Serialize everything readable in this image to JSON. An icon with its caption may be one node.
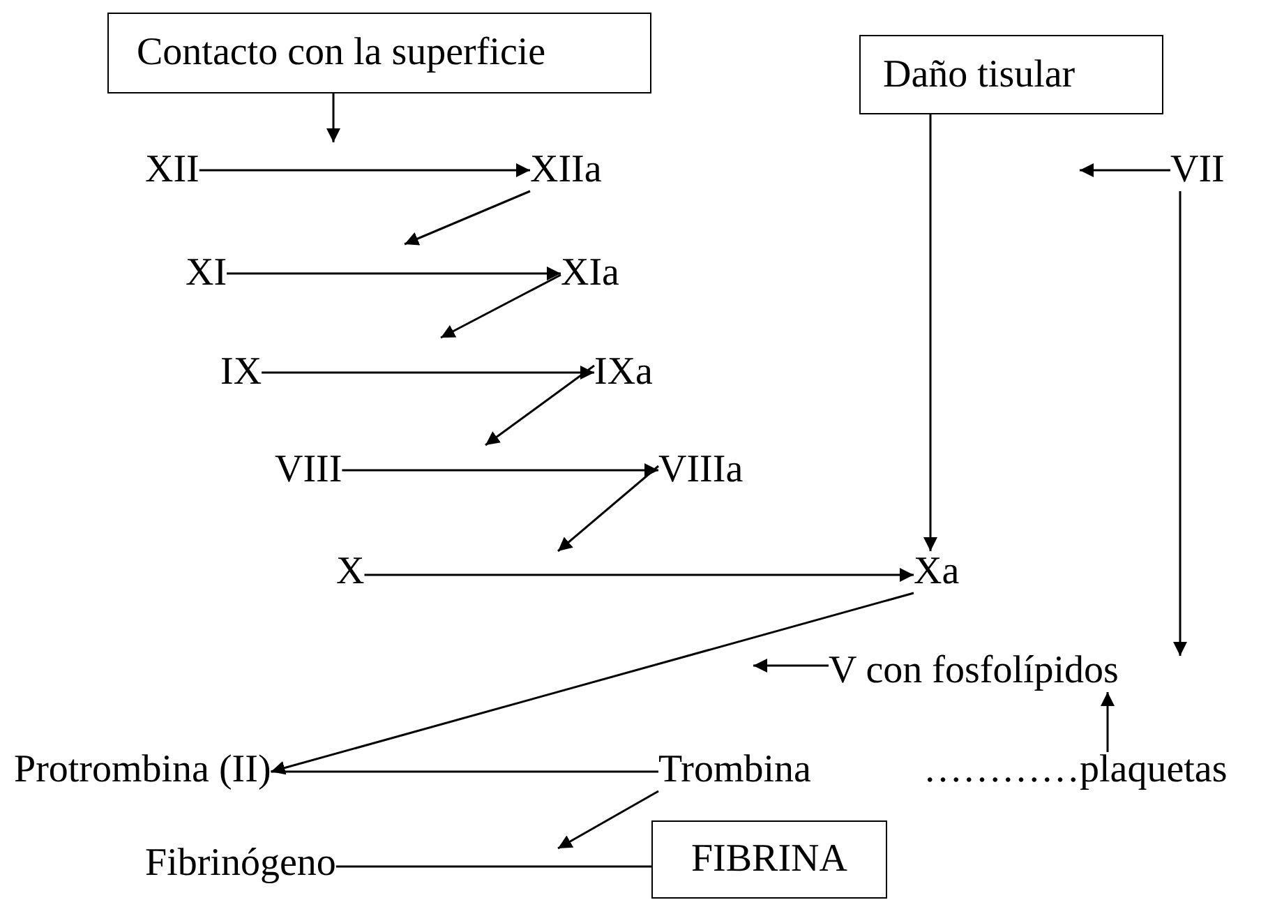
{
  "diagram": {
    "nodes": [
      {
        "text": [
          "Contacto con la superficie"
        ]
      },
      {
        "text": [
          "Daño tisular"
        ]
      },
      {
        "text": [
          "XII"
        ]
      },
      {
        "text": [
          "XIIa"
        ]
      },
      {
        "text": [
          "VII"
        ]
      },
      {
        "text": [
          "XI"
        ]
      },
      {
        "text": [
          "XIa"
        ]
      },
      {
        "text": [
          "IX"
        ]
      },
      {
        "text": [
          "IXa"
        ]
      },
      {
        "text": [
          "VIII"
        ]
      },
      {
        "text": [
          "VIIIa"
        ]
      },
      {
        "text": [
          "X"
        ]
      },
      {
        "text": [
          "Xa"
        ]
      },
      {
        "text": [
          "V con fosfolípidos"
        ]
      },
      {
        "text": [
          "Protrombina (II)"
        ]
      },
      {
        "text": [
          "Trombina"
        ]
      },
      {
        "text": [
          "…………plaquetas"
        ]
      },
      {
        "text": [
          "Fibrinógeno"
        ]
      },
      {
        "text": [
          "FIBRINA"
        ]
      }
    ],
    "edges": [
      {
        "from": 0,
        "to": null,
        "arrow": "to"
      },
      {
        "from": 2,
        "to": 3,
        "arrow": "to"
      },
      {
        "from": 3,
        "to": null,
        "arrow": "to"
      },
      {
        "from": 5,
        "to": 6,
        "arrow": "to"
      },
      {
        "from": 6,
        "to": null,
        "arrow": "to"
      },
      {
        "from": 7,
        "to": 8,
        "arrow": "to"
      },
      {
        "from": 8,
        "to": null,
        "arrow": "to"
      },
      {
        "from": 9,
        "to": 10,
        "arrow": "to"
      },
      {
        "from": 10,
        "to": null,
        "arrow": "to"
      },
      {
        "from": 11,
        "to": 12,
        "arrow": "to"
      },
      {
        "from": 1,
        "to": 12,
        "arrow": "to"
      },
      {
        "from": 4,
        "to": null,
        "arrow": "to"
      },
      {
        "from": 4,
        "to": null,
        "arrow": "to"
      },
      {
        "from": 12,
        "to": 14,
        "arrow": "to"
      },
      {
        "from": 13,
        "to": null,
        "arrow": "to"
      },
      {
        "from": 16,
        "to": 13,
        "arrow": "to"
      },
      {
        "from": 14,
        "to": 15,
        "arrow": "none"
      },
      {
        "from": 15,
        "to": null,
        "arrow": "to"
      },
      {
        "from": 17,
        "to": 18,
        "arrow": "none"
      }
    ]
  }
}
